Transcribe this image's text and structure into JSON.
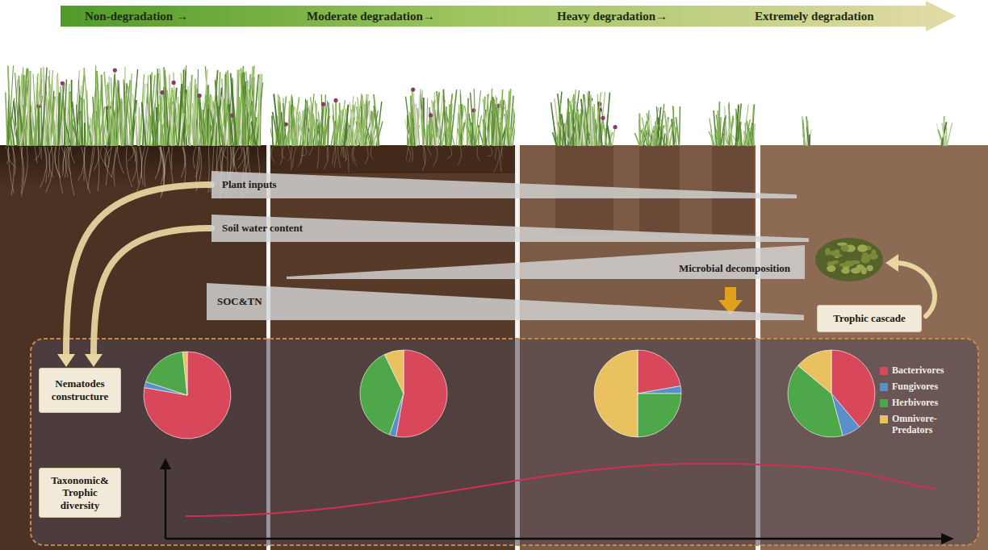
{
  "diagram": {
    "nodes": [
      {
        "text": [
          "Non-degradation →",
          "Moderate degradation→",
          "Heavy degradation→",
          "Extremely degradation"
        ]
      },
      {
        "text": [
          "Plant inputs"
        ]
      },
      {
        "text": [
          "Soil water content"
        ]
      },
      {
        "text": [
          "Microbial decomposition"
        ]
      },
      {
        "text": [
          "SOC&TN"
        ]
      },
      {
        "text": [
          "Trophic cascade"
        ]
      },
      {
        "text": [
          "Nematodes constructure"
        ]
      },
      {
        "text": [
          "Taxonomic& Trophic diversity"
        ]
      }
    ],
    "edges": [
      {
        "from": 1,
        "to": 6,
        "arrow": "to"
      },
      {
        "from": 2,
        "to": 6,
        "arrow": "to"
      }
    ],
    "legend": [
      {
        "text": "Bacterivores",
        "color": "#d9475a"
      },
      {
        "text": "Fungivores",
        "color": "#5b8fc9"
      },
      {
        "text": "Herbivores",
        "color": "#4ea84a"
      },
      {
        "text": "Omnivore-Predators",
        "color": "#e9c15f"
      }
    ]
  }
}
